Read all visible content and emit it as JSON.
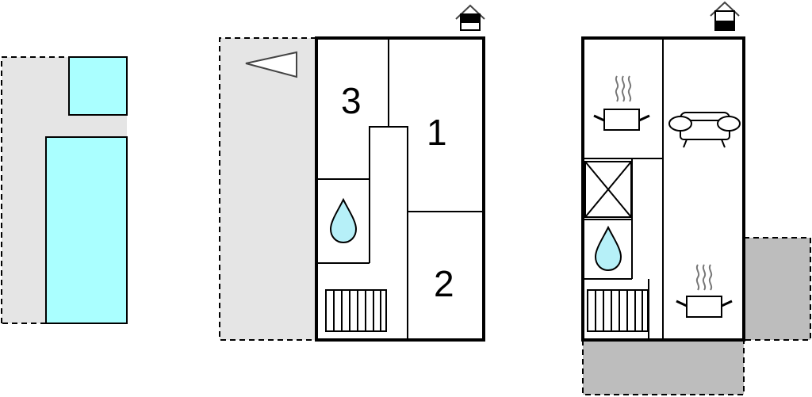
{
  "plan": {
    "colors": {
      "outdoor_area": "#e5e5e5",
      "terrace": "#bdbdbd",
      "pool": "#aaffff",
      "water_drop": "#b6f0f8",
      "wall": "#000000",
      "background": "#ffffff"
    },
    "floor_1": {
      "rooms": [
        {
          "id": "room-3",
          "label": "3"
        },
        {
          "id": "room-1",
          "label": "1"
        },
        {
          "id": "room-2",
          "label": "2"
        }
      ],
      "icons": [
        "floor-indicator-icon",
        "triangle-marker-icon",
        "bathroom-drop-icon",
        "stairs-icon"
      ]
    },
    "floor_2": {
      "icons": [
        "floor-indicator-icon",
        "kitchen-pot-icon",
        "sofa-icon",
        "void-cross-icon",
        "bathroom-drop-icon",
        "stairs-icon",
        "kitchen-pot-icon"
      ]
    }
  }
}
